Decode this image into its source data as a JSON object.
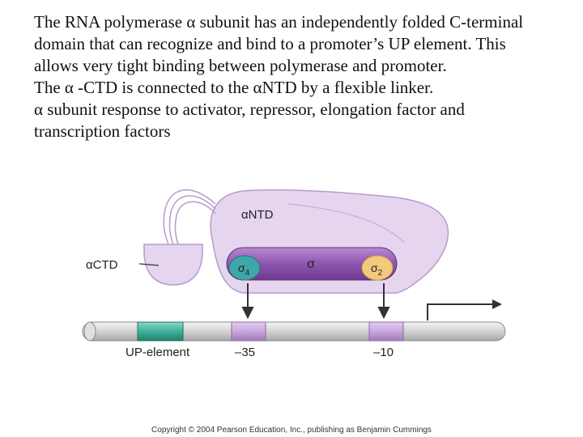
{
  "text": {
    "paragraph1": "The RNA polymerase α subunit has an independently folded C-terminal domain that can recognize and bind to a promoter’s UP element. This allows very tight binding between polymerase and promoter.",
    "paragraph2": "The α -CTD is connected to the αNTD by a flexible linker.",
    "paragraph3": "α subunit response to activator, repressor, elongation factor and transcription factors"
  },
  "diagram": {
    "labels": {
      "antd": "αNTD",
      "actd": "αCTD",
      "sigma": "σ",
      "sigma4": "σ",
      "sigma4_sub": "4",
      "sigma2": "σ",
      "sigma2_sub": "2",
      "up_element": "UP-element",
      "minus35": "–35",
      "minus10": "–10"
    },
    "colors": {
      "polymerase": "#e6d5ef",
      "polymerase_stroke": "#b79ccb",
      "sigma": "#8e55b0",
      "sigma4": "#3fa7a8",
      "sigma2": "#f4c97c",
      "up_element": "#3fb09a",
      "box": "#c9a6de",
      "dna": "#d9d9d9"
    }
  },
  "copyright": "Copyright © 2004 Pearson Education, Inc., publishing as Benjamin Cummings"
}
